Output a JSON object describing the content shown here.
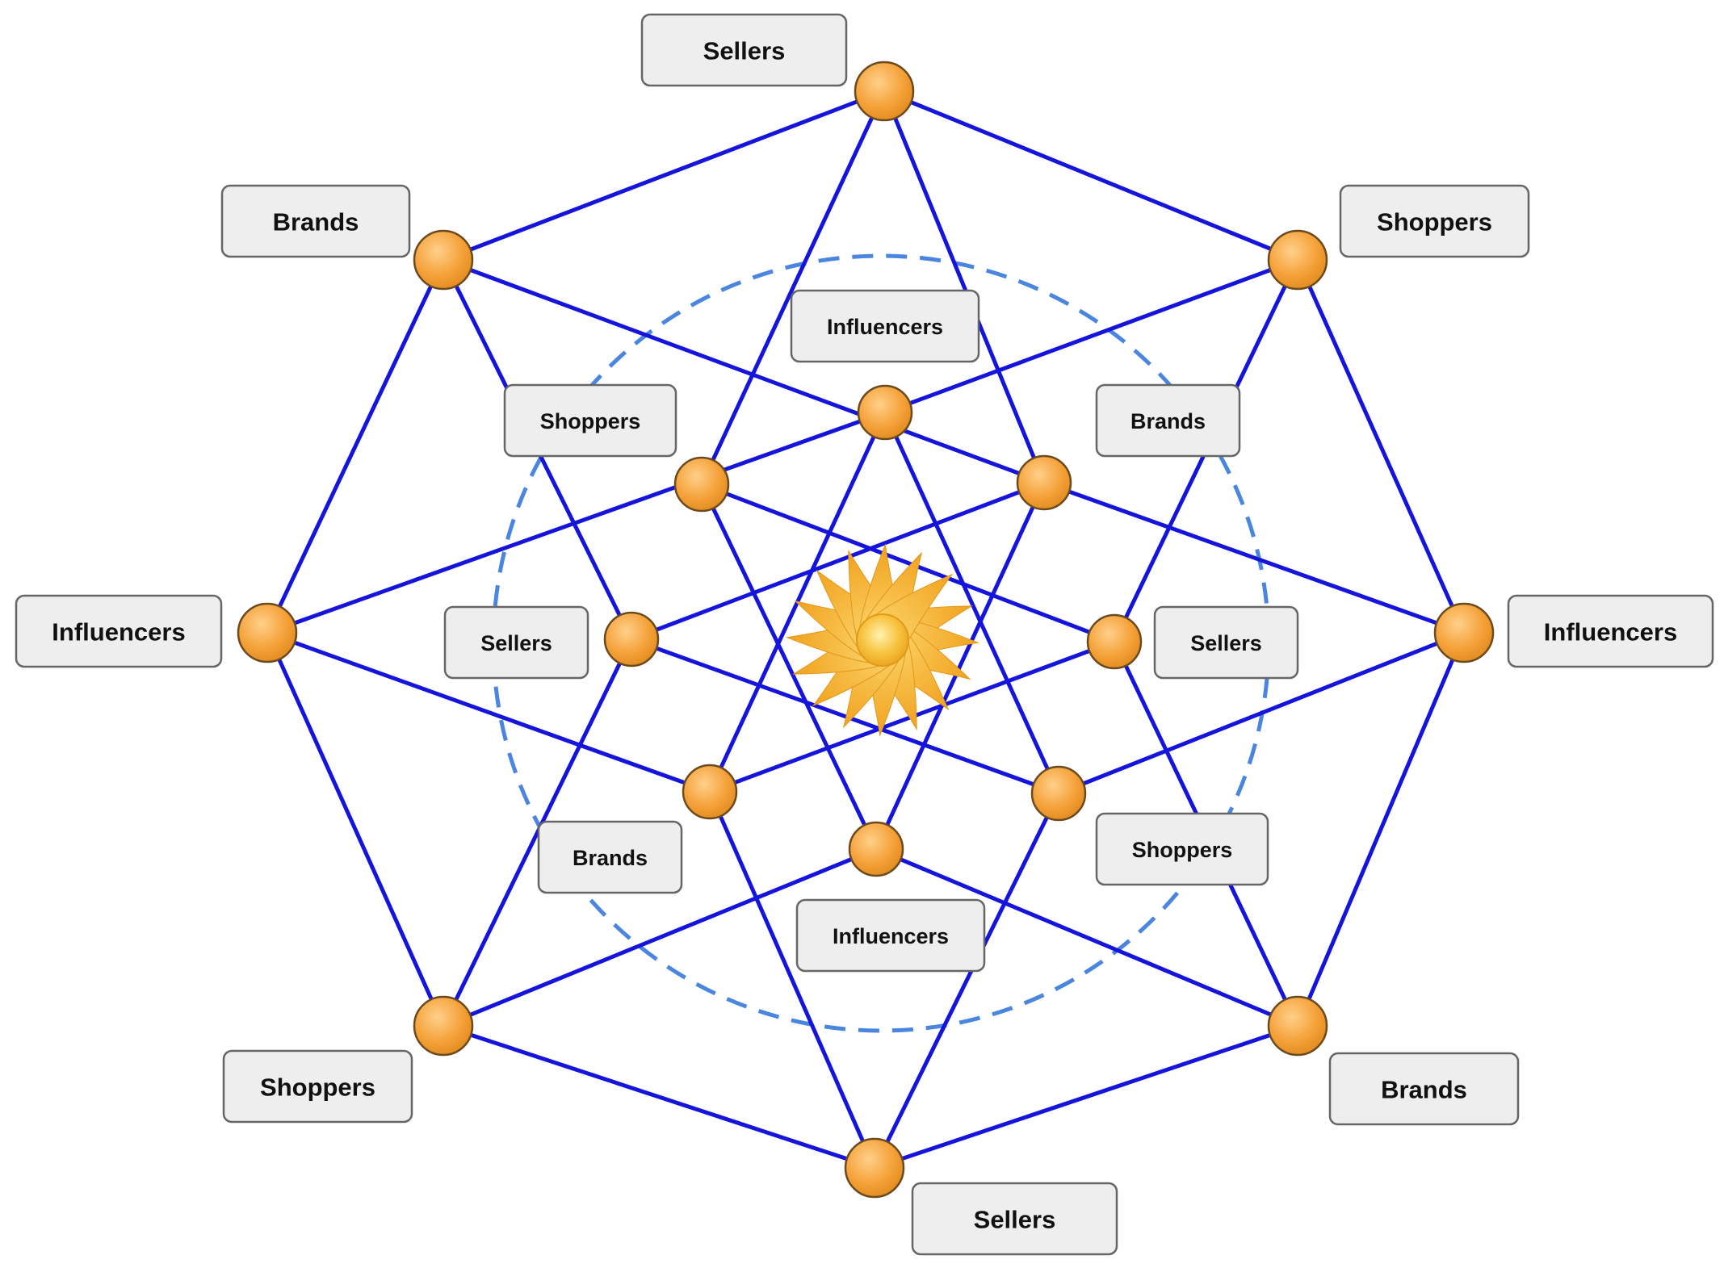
{
  "outer_labels": [
    {
      "id": "outer-top",
      "text": "Sellers"
    },
    {
      "id": "outer-top-right",
      "text": "Shoppers"
    },
    {
      "id": "outer-right",
      "text": "Influencers"
    },
    {
      "id": "outer-bottom-right",
      "text": "Brands"
    },
    {
      "id": "outer-bottom",
      "text": "Sellers"
    },
    {
      "id": "outer-bottom-left",
      "text": "Shoppers"
    },
    {
      "id": "outer-left",
      "text": "Influencers"
    },
    {
      "id": "outer-top-left",
      "text": "Brands"
    }
  ],
  "inner_labels": [
    {
      "id": "inner-top",
      "text": "Influencers"
    },
    {
      "id": "inner-top-right",
      "text": "Brands"
    },
    {
      "id": "inner-right",
      "text": "Sellers"
    },
    {
      "id": "inner-bottom-right",
      "text": "Shoppers"
    },
    {
      "id": "inner-bottom",
      "text": "Influencers"
    },
    {
      "id": "inner-bottom-left",
      "text": "Brands"
    },
    {
      "id": "inner-left",
      "text": "Sellers"
    },
    {
      "id": "inner-top-left",
      "text": "Shoppers"
    }
  ],
  "colors": {
    "edge": "#1414dc",
    "node": "#f5a23a",
    "ring": "#4a86e0",
    "sun": "#f6b732"
  },
  "center_icon": "sun-icon"
}
